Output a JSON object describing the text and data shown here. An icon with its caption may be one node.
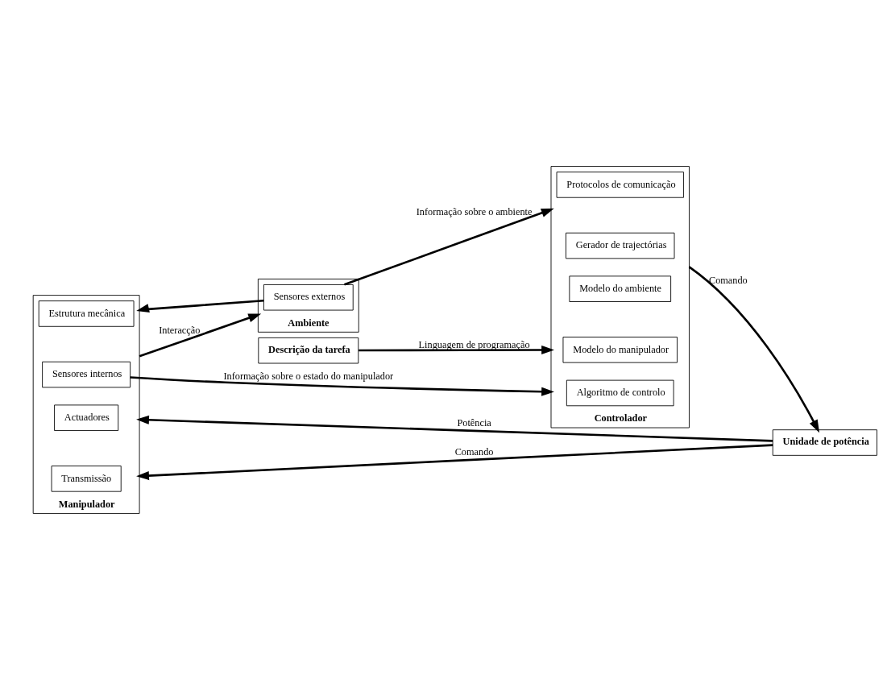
{
  "diagram": {
    "nodes": [
      {
        "text": [
          "Manipulador"
        ]
      },
      {
        "text": [
          "Sensores internos"
        ],
        "in": 0
      },
      {
        "text": [
          "Estrutura mecânica"
        ],
        "in": 0
      },
      {
        "text": [
          "Transmissão"
        ],
        "in": 0
      },
      {
        "text": [
          "Actuadores"
        ],
        "in": 0
      },
      {
        "text": [
          "Unidade de potência"
        ]
      },
      {
        "text": [
          "Controlador"
        ]
      },
      {
        "text": [
          "Modelo do manipulador"
        ],
        "in": 6
      },
      {
        "text": [
          "Modelo do ambiente"
        ],
        "in": 6
      },
      {
        "text": [
          "Algoritmo de controlo"
        ],
        "in": 6
      },
      {
        "text": [
          "Gerador de trajectórias"
        ],
        "in": 6
      },
      {
        "text": [
          "Protocolos de comunicação"
        ],
        "in": 6
      },
      {
        "text": [
          "Ambiente"
        ]
      },
      {
        "text": [
          "Sensores externos"
        ],
        "in": 12
      },
      {
        "text": [
          "Descrição da tarefa"
        ]
      }
    ],
    "edges": [
      {
        "from": 1,
        "to": 6,
        "arrow": "to",
        "label": "Informação sobre o estado do manipulador"
      },
      {
        "from": 6,
        "to": 5,
        "arrow": "to",
        "label": "Comando"
      },
      {
        "from": 5,
        "to": 0,
        "arrow": "to",
        "label": "Comando"
      },
      {
        "from": 5,
        "to": 0,
        "arrow": "to",
        "label": "Potência"
      },
      {
        "from": 0,
        "to": 12,
        "arrow": "to",
        "label": "Interacção"
      },
      {
        "from": 13,
        "to": 0,
        "arrow": "to"
      },
      {
        "from": 13,
        "to": 6,
        "arrow": "to",
        "label": "Informação sobre o ambiente"
      },
      {
        "from": 14,
        "to": 6,
        "arrow": "to",
        "label": "Linguagem de programação"
      }
    ]
  }
}
